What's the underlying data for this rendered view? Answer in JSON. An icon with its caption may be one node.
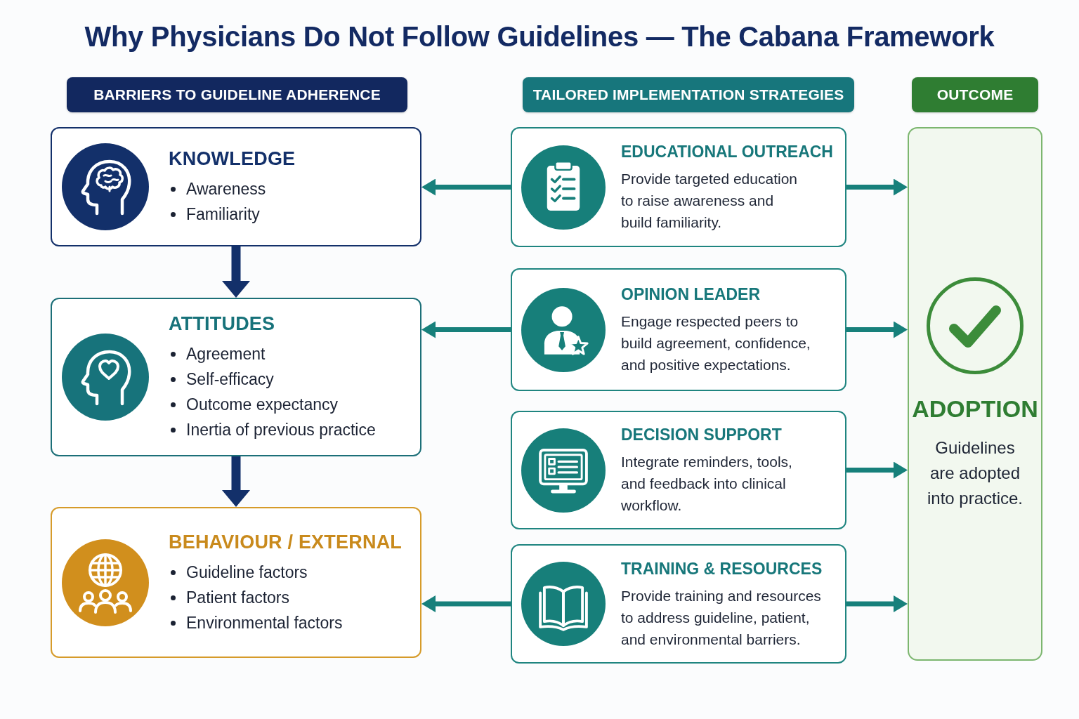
{
  "diagram": {
    "title": "Why Physicians Do Not Follow Guidelines — The Cabana Framework",
    "nodes": [
      {
        "text": [
          "BARRIERS TO GUIDELINE ADHERENCE"
        ]
      },
      {
        "text": [
          "TAILORED IMPLEMENTATION STRATEGIES"
        ]
      },
      {
        "text": [
          "OUTCOME"
        ]
      },
      {
        "text": [
          "KNOWLEDGE",
          "Awareness",
          "Familiarity"
        ]
      },
      {
        "text": [
          "ATTITUDES",
          "Agreement",
          "Self-efficacy",
          "Outcome expectancy",
          "Inertia of previous practice"
        ]
      },
      {
        "text": [
          "BEHAVIOUR / EXTERNAL",
          "Guideline factors",
          "Patient factors",
          "Environmental factors"
        ]
      },
      {
        "text": [
          "EDUCATIONAL OUTREACH",
          "Provide targeted education to raise awareness and build familiarity."
        ]
      },
      {
        "text": [
          "OPINION LEADER",
          "Engage respected peers to build agreement, confidence, and positive expectations."
        ]
      },
      {
        "text": [
          "DECISION SUPPORT",
          "Integrate reminders, tools, and feedback into clinical workflow."
        ]
      },
      {
        "text": [
          "TRAINING & RESOURCES",
          "Provide training and resources to address guideline, patient, and environmental barriers."
        ]
      },
      {
        "text": [
          "ADOPTION",
          "Guidelines are adopted into practice."
        ]
      }
    ],
    "edges": [
      {
        "from": 3,
        "to": 4,
        "arrow": "to",
        "style": "thick",
        "color": "#13306a"
      },
      {
        "from": 4,
        "to": 5,
        "arrow": "to",
        "style": "thick",
        "color": "#13306a"
      },
      {
        "from": 6,
        "to": 3,
        "arrow": "to"
      },
      {
        "from": 7,
        "to": 4,
        "arrow": "to"
      },
      {
        "from": 9,
        "to": 5,
        "arrow": "to"
      },
      {
        "from": 6,
        "to": 10,
        "arrow": "to"
      },
      {
        "from": 7,
        "to": 10,
        "arrow": "to"
      },
      {
        "from": 8,
        "to": 10,
        "arrow": "to"
      },
      {
        "from": 9,
        "to": 10,
        "arrow": "to"
      }
    ]
  }
}
